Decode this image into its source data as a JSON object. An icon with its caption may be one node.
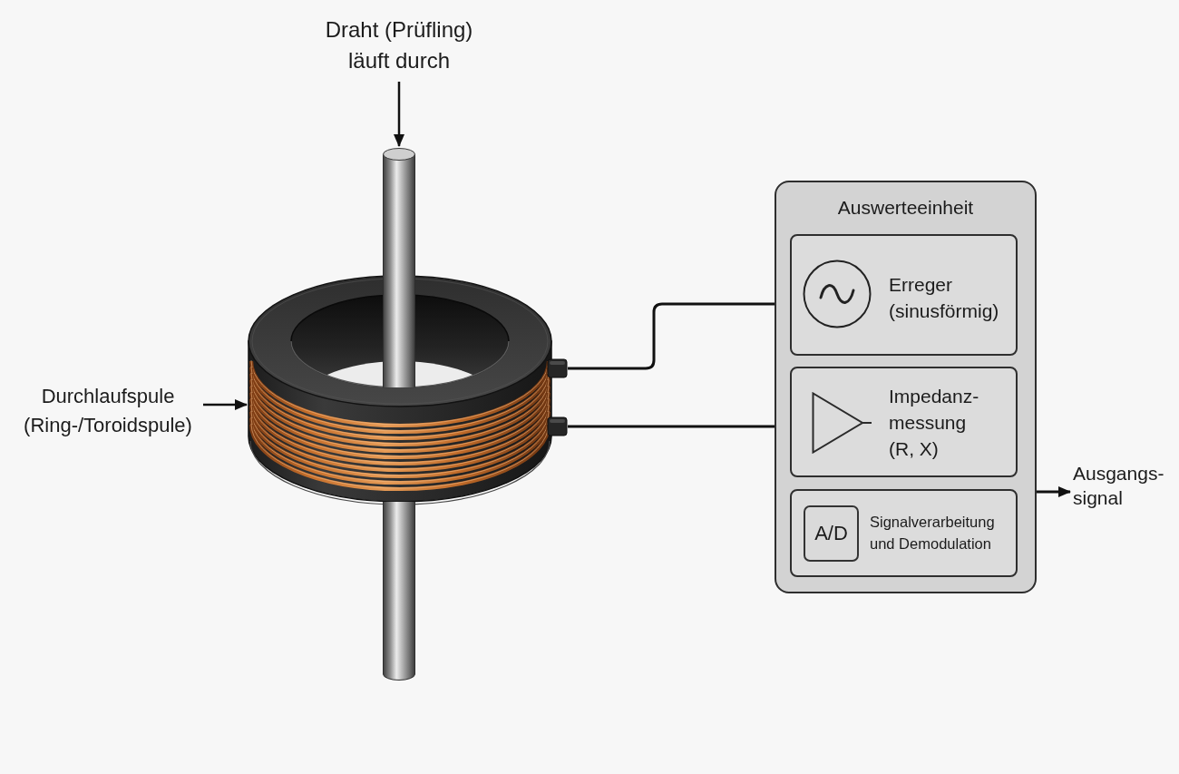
{
  "diagram": {
    "nodes": [
      {
        "text": [
          "Draht (Prüfling) läuft durch"
        ]
      },
      {
        "text": [],
        "shape": "picture"
      },
      {
        "text": [
          "Durchlaufspule (Ring-/Toroidspule)"
        ]
      },
      {
        "text": [],
        "shape": "picture"
      },
      {
        "text": [
          "Auswerteeinheit"
        ]
      },
      {
        "text": [
          "Erreger (sinusförmig)"
        ],
        "in": 4
      },
      {
        "text": [
          "Impedanz- messung (R, X)"
        ],
        "in": 4
      },
      {
        "text": [
          "Signalverarbeitung und Demodulation"
        ],
        "in": 4
      },
      {
        "text": [
          "A/D"
        ],
        "in": 7
      },
      {
        "text": [
          "Ausgangs- signal"
        ]
      }
    ],
    "edges": [
      {
        "from": 0,
        "to": 1,
        "arrow": "to"
      },
      {
        "from": 2,
        "to": 3,
        "arrow": "to"
      },
      {
        "from": 3,
        "to": 4,
        "arrow": "none"
      },
      {
        "from": 3,
        "to": 4,
        "arrow": "none"
      },
      {
        "from": 4,
        "to": 9,
        "arrow": "to"
      }
    ]
  }
}
